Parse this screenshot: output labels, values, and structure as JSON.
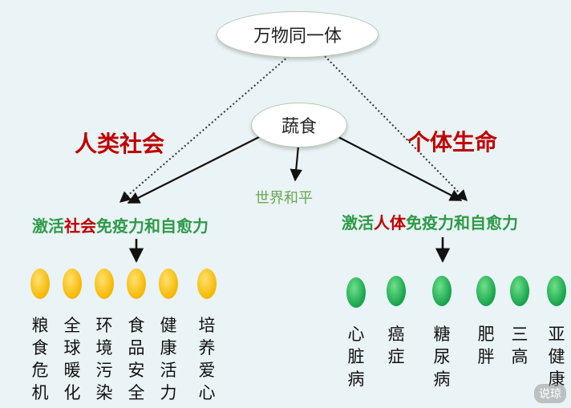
{
  "top_node": "万物同一体",
  "center_node": "蔬食",
  "left_title": "人类社会",
  "right_title": "个体生命",
  "center_label": "世界和平",
  "left_branch": {
    "p1": "激活",
    "p2": "社会",
    "p3": "免疫力和自愈力"
  },
  "right_branch": {
    "p1": "激活",
    "p2": "人体",
    "p3": "免疫力和自愈力"
  },
  "left_items": [
    "粮食危机",
    "全球暖化",
    "环境污染",
    "食品安全",
    "健康活力",
    "培养爱心"
  ],
  "right_items": [
    "心脏病",
    "癌症",
    "糖尿病",
    "肥胖",
    "三高",
    "亚健康"
  ],
  "watermark": "说琼",
  "colors": {
    "red": "#c00000",
    "green": "#2d9a48",
    "yellow": "#f5b800",
    "green_egg": "#16a24a"
  }
}
